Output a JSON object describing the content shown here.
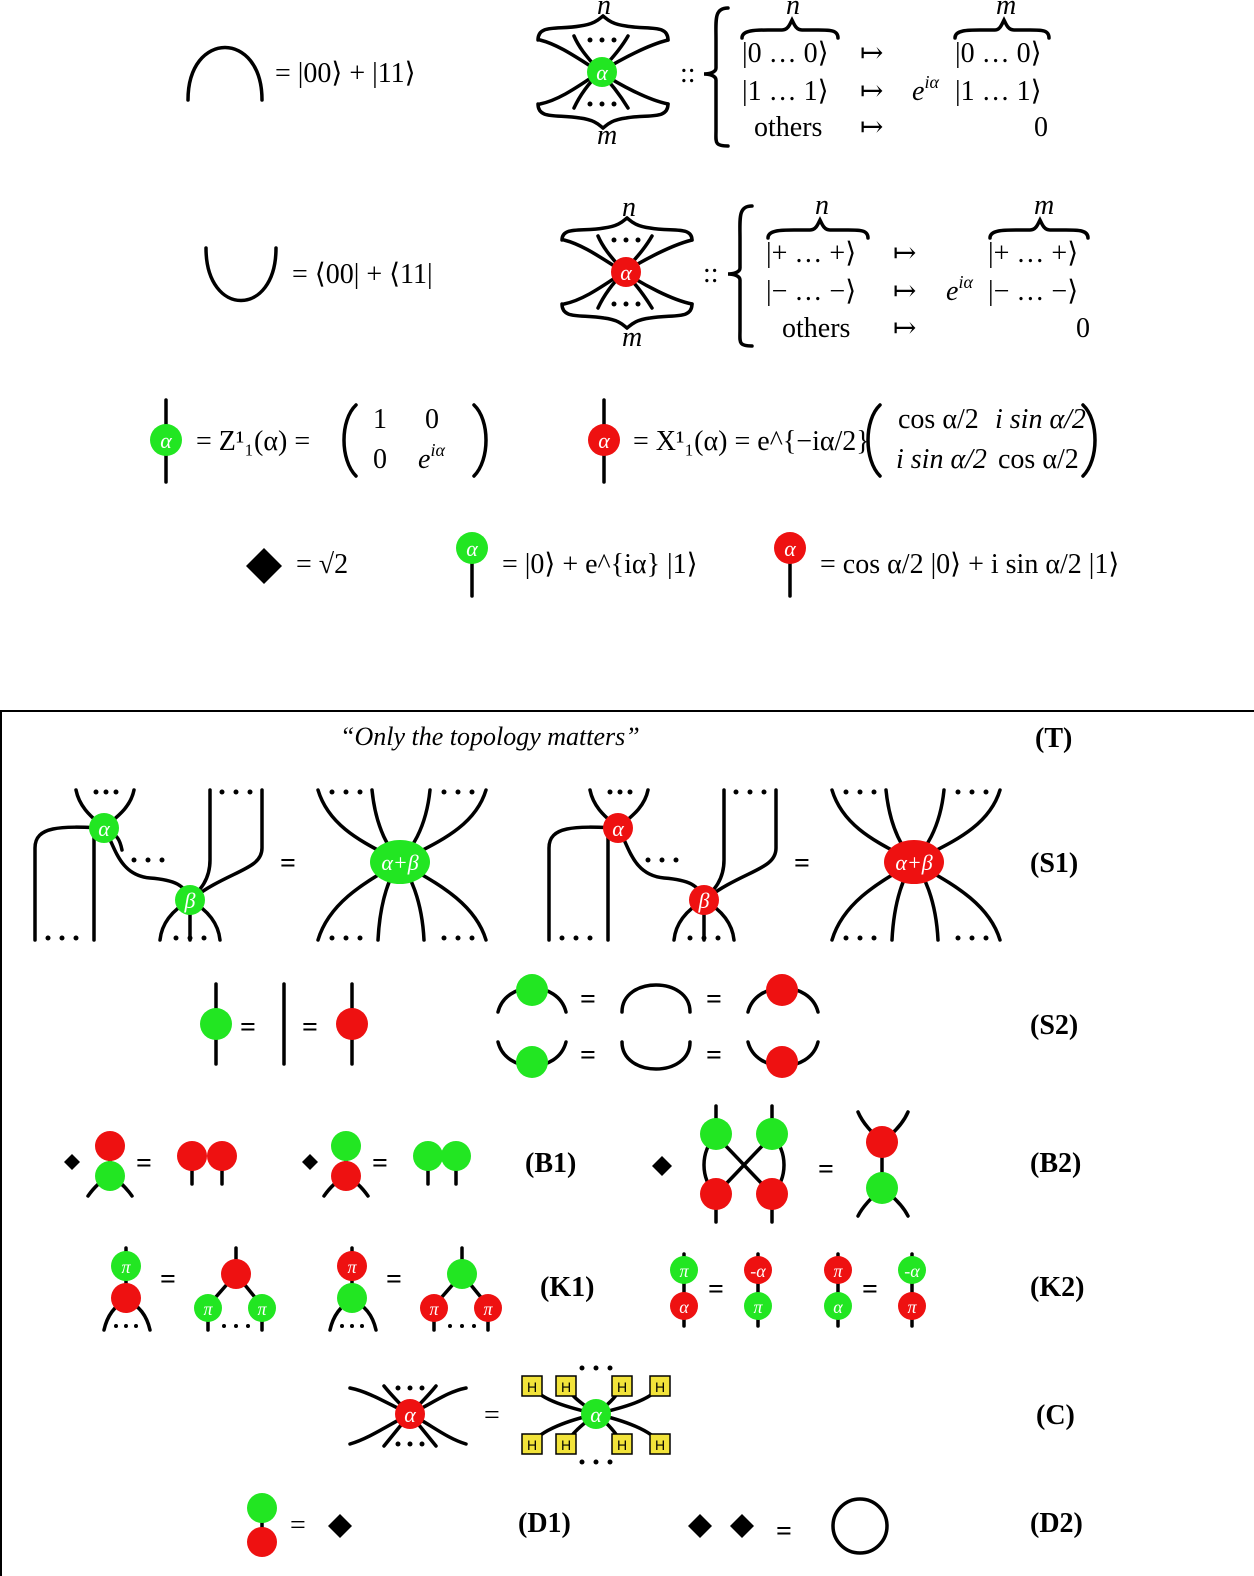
{
  "colors": {
    "green": "#22e622",
    "red": "#ee1111",
    "line": "#000000",
    "hadamard": "#f2e33a"
  },
  "top": {
    "cap_eq": "= |00⟩ + |11⟩",
    "cup_eq": "= ⟨00| + ⟨11|",
    "green_spider": {
      "top_label": "n",
      "bottom_label": "m",
      "phase": "α",
      "rows": [
        {
          "input": "|0 … 0⟩",
          "maps": "↦",
          "output": "|0 … 0⟩",
          "prefix": ""
        },
        {
          "input": "|1 … 1⟩",
          "maps": "↦",
          "output": "|1 … 1⟩",
          "prefix": "e^{iα}"
        },
        {
          "input": "others",
          "maps": "↦",
          "output": "0",
          "prefix": ""
        }
      ],
      "brace_n": "n",
      "brace_m": "m"
    },
    "red_spider": {
      "top_label": "n",
      "bottom_label": "m",
      "phase": "α",
      "rows": [
        {
          "input": "|+ … +⟩",
          "maps": "↦",
          "output": "|+ … +⟩",
          "prefix": ""
        },
        {
          "input": "|− … −⟩",
          "maps": "↦",
          "output": "|− … −⟩",
          "prefix": "e^{iα}"
        },
        {
          "input": "others",
          "maps": "↦",
          "output": "0",
          "prefix": ""
        }
      ],
      "brace_n": "n",
      "brace_m": "m"
    },
    "z_matrix": {
      "phase": "α",
      "lhs": "= Z¹₁(α) =",
      "m11": "1",
      "m12": "0",
      "m21": "0",
      "m22": "e^{iα}"
    },
    "x_matrix": {
      "phase": "α",
      "lhs": "= X¹₁(α) = e^{−iα/2}",
      "m11": "cos α/2",
      "m12": "i sin α/2",
      "m21": "i sin α/2",
      "m22": "cos α/2"
    },
    "diamond_eq": "= √2",
    "green_state_eq": "= |0⟩ + e^{iα} |1⟩",
    "red_state_eq": "= cos α/2 |0⟩ + i sin α/2 |1⟩"
  },
  "rules": {
    "caption": "“Only the topology matters”",
    "labels": {
      "T": "(T)",
      "S1": "(S1)",
      "S2": "(S2)",
      "B1": "(B1)",
      "B2": "(B2)",
      "K1": "(K1)",
      "K2": "(K2)",
      "C": "(C)",
      "D1": "(D1)",
      "D2": "(D2)"
    },
    "phases": {
      "alpha": "α",
      "beta": "β",
      "sum": "α+β",
      "pi": "π",
      "neg_alpha": "-α",
      "hadamard": "H"
    },
    "equals": "="
  }
}
